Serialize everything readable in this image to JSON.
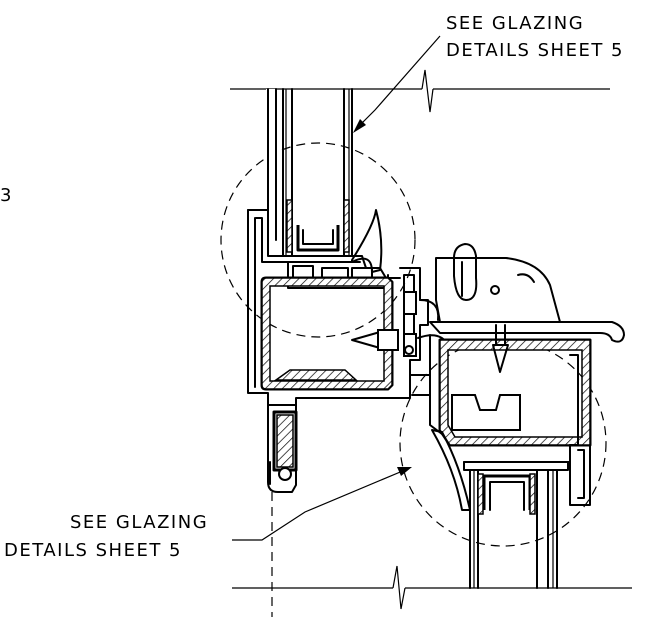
{
  "callouts": {
    "top": {
      "line1": "SEE GLAZING",
      "line2": "DETAILS SHEET 5"
    },
    "bottom": {
      "line1": "SEE GLAZING",
      "line2": "DETAILS SHEET 5"
    }
  },
  "fragment_label": "3",
  "colors": {
    "line": "#000000",
    "background": "#ffffff"
  }
}
